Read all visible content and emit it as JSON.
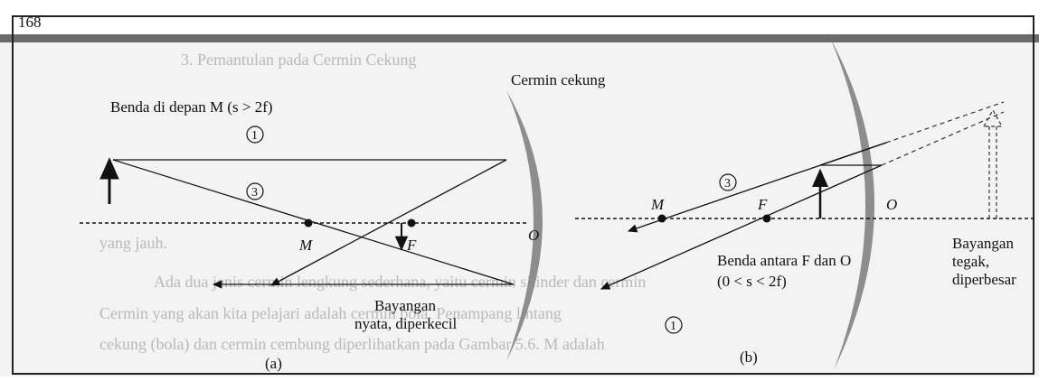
{
  "page": {
    "top_fragment": "168"
  },
  "figure_a": {
    "mirror_title": "Cermin cekung",
    "object_caption": "Benda di depan M (s > 2f)",
    "ray_1": "1",
    "ray_3": "3",
    "point_m": "M",
    "point_f": "F",
    "point_o": "O",
    "image_line1": "Bayangan",
    "image_line2": "nyata, diperkecil",
    "panel": "(a)"
  },
  "figure_b": {
    "ray_1": "1",
    "ray_3": "3",
    "point_m": "M",
    "point_f": "F",
    "point_o": "O",
    "object_line1": "Benda antara F dan O",
    "object_line2": "(0 < s < 2f)",
    "image_line1": "Bayangan",
    "image_line2": "tegak,",
    "image_line3": "diperbesar",
    "panel": "(b)"
  },
  "bleed_text": {
    "line1": "3.    Pemantulan pada Cermin Cekung",
    "line2": "Ada dua jenis cermin lengkung sederhana, yaitu cermin silinder dan cermin",
    "line3": "Cermin yang akan kita pelajari adalah cermin bola. Penampang lintang",
    "line4": "cekung (bola) dan cermin cembung diperlihatkan pada Gambar 5.6. M adalah",
    "line5": "yang jauh."
  },
  "colors": {
    "ink": "#111111",
    "mirror_shade": "#8d8d8d",
    "ghost_text": "#b9b9b9",
    "top_band": "#6a6a6a"
  }
}
